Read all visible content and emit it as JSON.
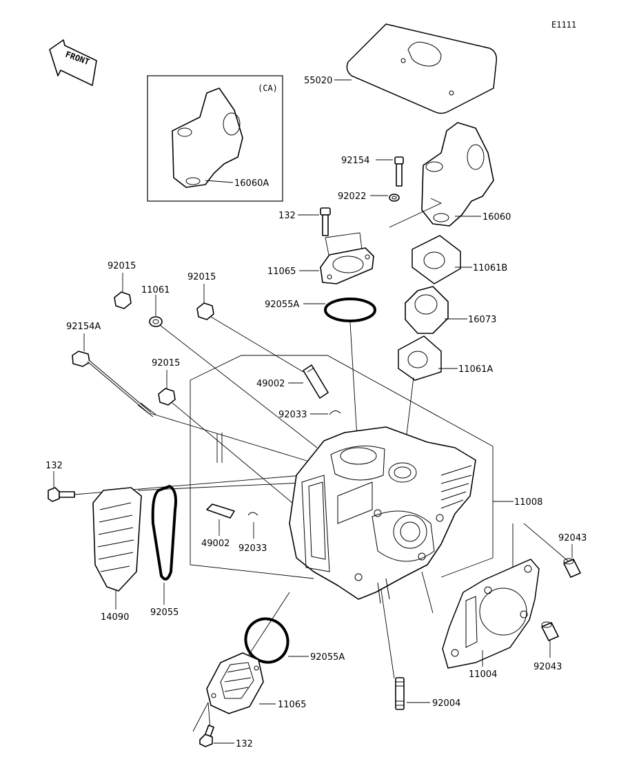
{
  "diagram_code": "E1111",
  "front_label": "FRONT",
  "inset_label": "(CA)",
  "parts": {
    "p55020": "55020",
    "p16060A": "16060A",
    "p92154": "92154",
    "p92022": "92022",
    "p16060": "16060",
    "p132_top": "132",
    "p11065_top": "11065",
    "p11061B": "11061B",
    "p92015_a": "92015",
    "p11061": "11061",
    "p92015_b": "92015",
    "p92055A_top": "92055A",
    "p16073": "16073",
    "p92154A": "92154A",
    "p11061A": "11061A",
    "p92015_c": "92015",
    "p49002_top": "49002",
    "p92033_top": "92033",
    "p132_left": "132",
    "p11008": "11008",
    "p49002_bot": "49002",
    "p92033_bot": "92033",
    "p92043_top": "92043",
    "p14090": "14090",
    "p92055": "92055",
    "p92055A_bot": "92055A",
    "p11004": "11004",
    "p92043_bot": "92043",
    "p11065_bot": "11065",
    "p92004": "92004",
    "p132_bot": "132"
  }
}
